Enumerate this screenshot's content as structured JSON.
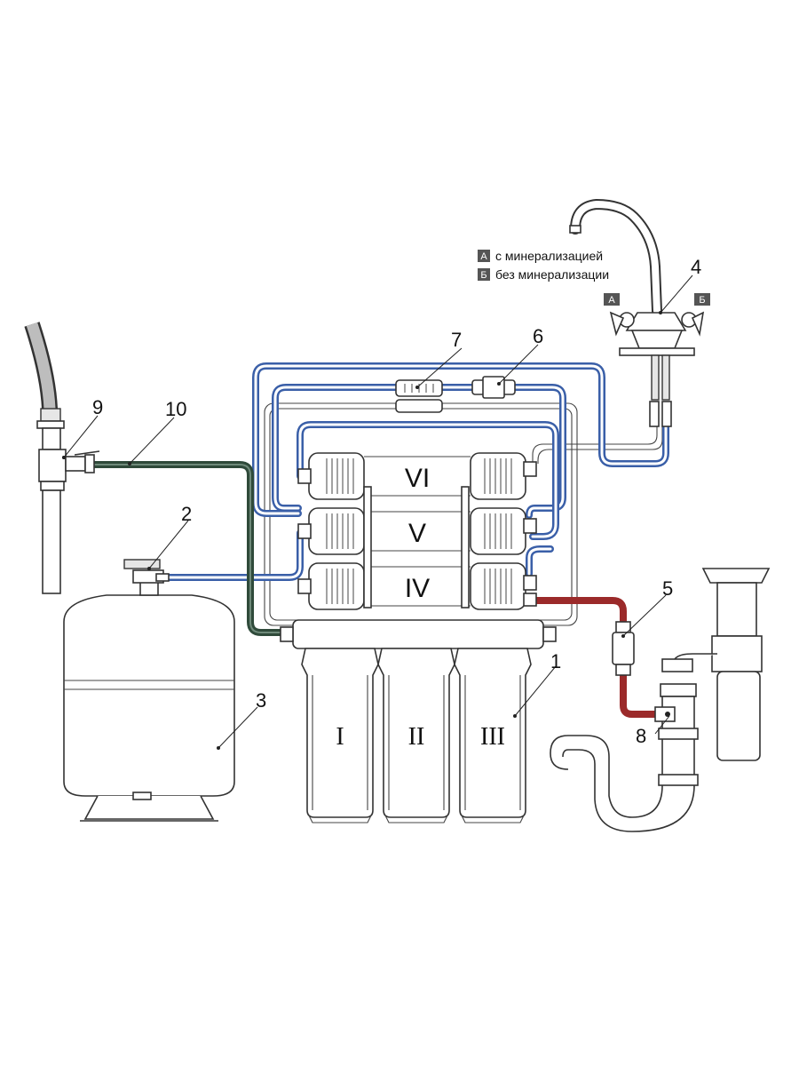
{
  "legend": {
    "a_box": "А",
    "a_text": "с минерализацией",
    "b_box": "Б",
    "b_text": "без минерализации"
  },
  "faucet_marks": {
    "left": "А",
    "right": "Б"
  },
  "callouts": {
    "c1": "1",
    "c2": "2",
    "c3": "3",
    "c4": "4",
    "c5": "5",
    "c6": "6",
    "c7": "7",
    "c8": "8",
    "c9": "9",
    "c10": "10"
  },
  "stages": {
    "s1": "I",
    "s2": "II",
    "s3": "III",
    "s4": "IV",
    "s5": "V",
    "s6": "VI"
  },
  "colors": {
    "blue_tube": "#3a5fa8",
    "red_tube": "#9b2a2a",
    "green_tube": "#2f4a3a",
    "outline": "#333333",
    "legend_box": "#555555"
  }
}
